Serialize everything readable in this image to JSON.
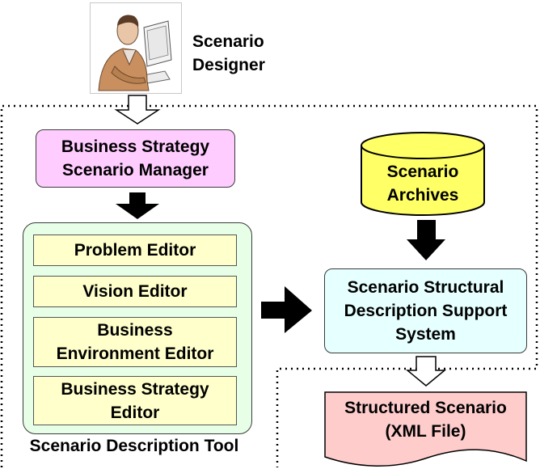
{
  "designer": {
    "label_line1": "Scenario",
    "label_line2": "Designer",
    "icon": "person-at-computer-icon"
  },
  "manager": {
    "line1": "Business Strategy",
    "line2": "Scenario Manager"
  },
  "tool": {
    "caption": "Scenario Description Tool",
    "editors": [
      {
        "line1": "Problem Editor",
        "line2": ""
      },
      {
        "line1": "Vision Editor",
        "line2": ""
      },
      {
        "line1": "Business",
        "line2": "Environment Editor"
      },
      {
        "line1": "Business Strategy",
        "line2": "Editor"
      }
    ]
  },
  "archives": {
    "line1": "Scenario",
    "line2": "Archives"
  },
  "support_system": {
    "line1": "Scenario Structural",
    "line2": "Description Support",
    "line3": "System"
  },
  "output": {
    "line1": "Structured Scenario",
    "line2": "(XML File)"
  },
  "colors": {
    "manager_fill": "#ffccff",
    "tool_fill": "#e6ffe6",
    "editor_fill": "#ffffcc",
    "archives_fill": "#ffff66",
    "support_fill": "#e6ffff",
    "output_fill": "#ffcccc",
    "arrow": "#000000"
  }
}
